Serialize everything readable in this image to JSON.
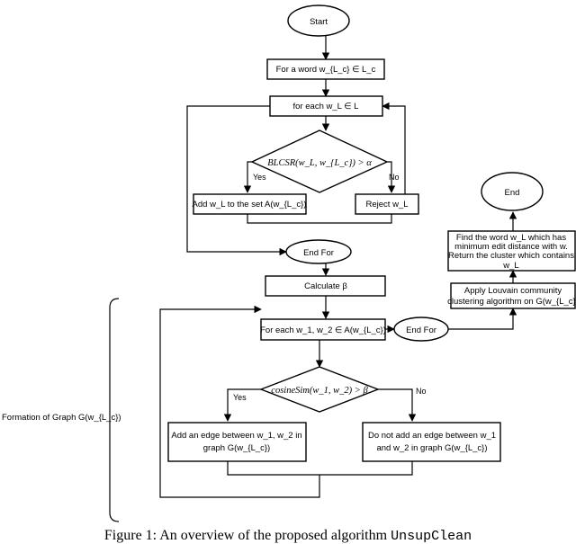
{
  "nodes": {
    "start": "Start",
    "for_word": "For a word w_{L_c} ∈ L_c",
    "for_each_wl": "for each w_L ∈ L",
    "blcsr_decision": "BLCSR(w_L, w_{L_c}) > α",
    "add_to_set": "Add w_L to the set A(w_{L_c})",
    "reject": "Reject w_L",
    "end_for_1": "End For",
    "calculate_beta": "Calculate β",
    "for_each_pair": "For each w_1, w_2 ∈ A(w_{L_c})",
    "end_for_2": "End For",
    "cosine_decision": "cosineSim(w_1, w_2) > β",
    "add_edge_line1": "Add an edge between w_1, w_2 in",
    "add_edge_line2": "graph G(w_{L_c})",
    "no_edge_line1": "Do not add an edge between w_1",
    "no_edge_line2": "and w_2 in graph G(w_{L_c})",
    "louvain_line1": "Apply Louvain community",
    "louvain_line2": "clustering algorithm on G(w_{L_c})",
    "find_line1": "Find the word w_L which has",
    "find_line2": "minimum edit distance with w.",
    "find_line3": "Return the cluster which contains",
    "find_line4": "w_L",
    "end": "End"
  },
  "edge_labels": {
    "yes1": "Yes",
    "no1": "No",
    "yes2": "Yes",
    "no2": "No"
  },
  "side_label": "Formation of Graph G(w_{L_c})",
  "caption": {
    "text": "Figure 1: An overview of the proposed algorithm",
    "code": "UnsupClean"
  }
}
